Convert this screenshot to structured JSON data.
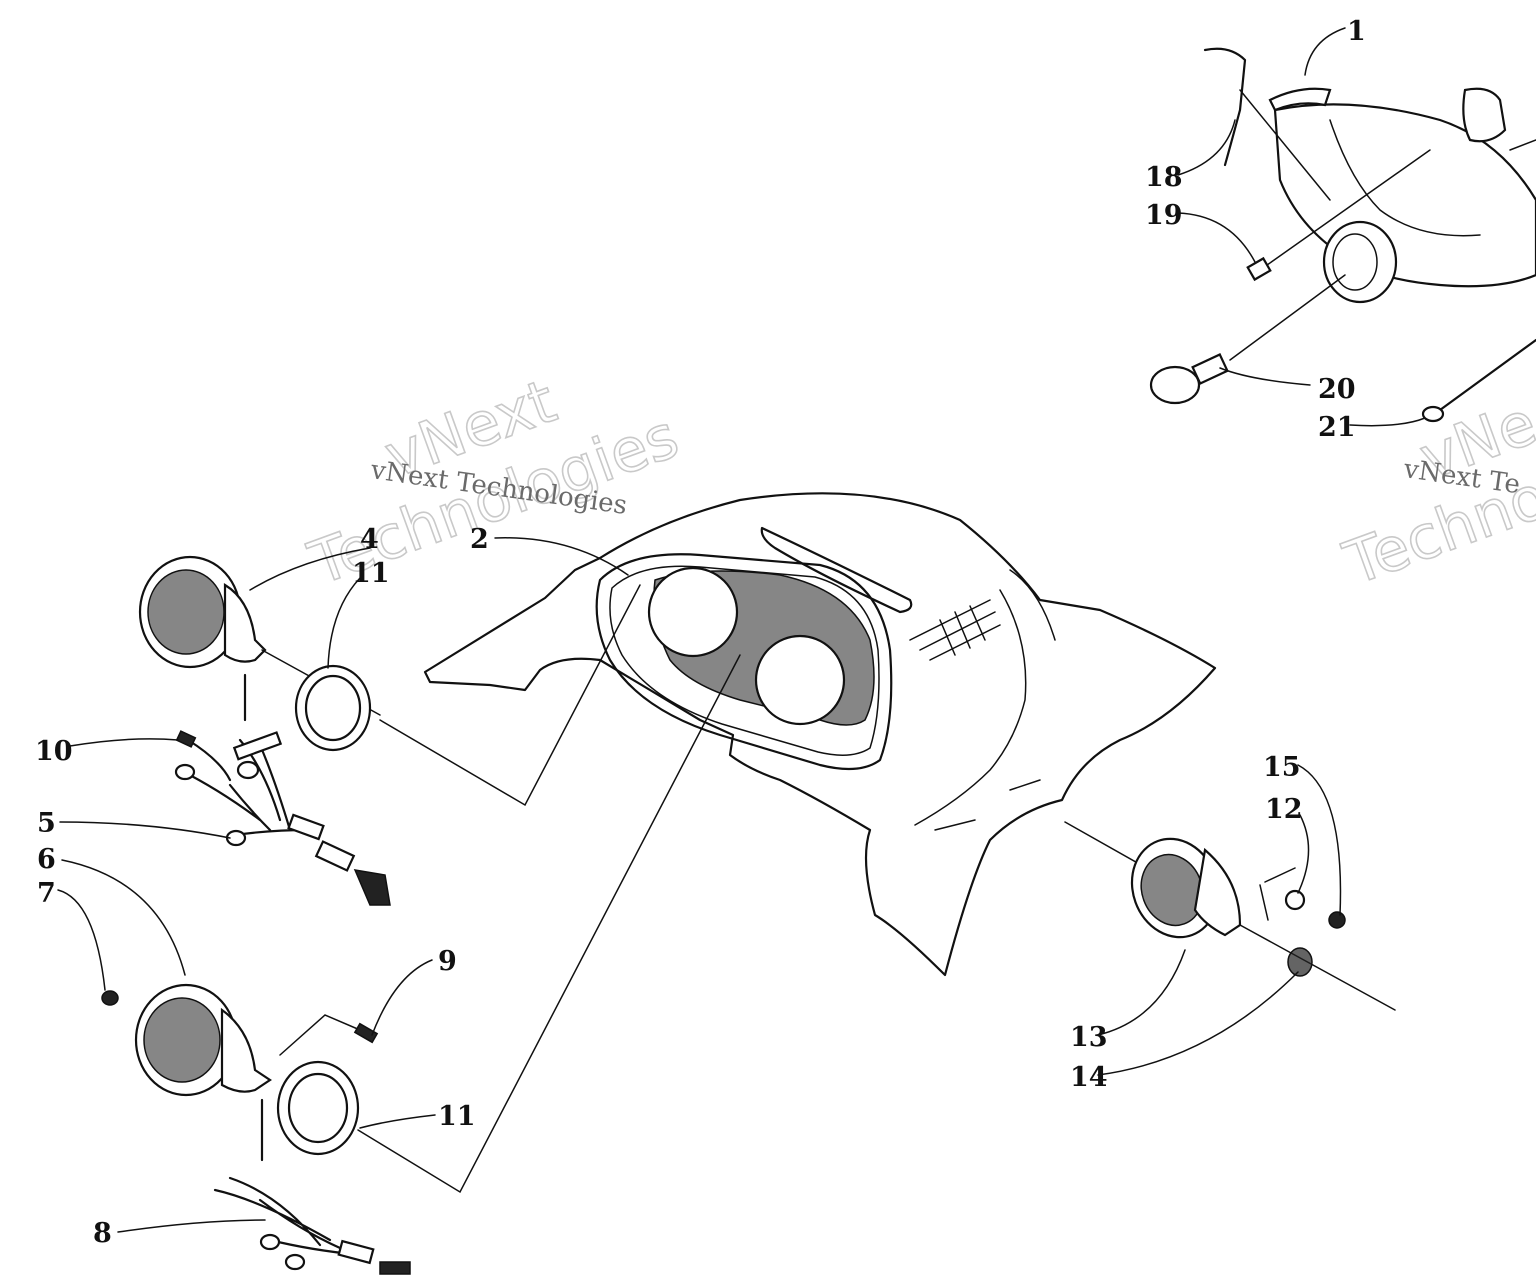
{
  "watermark": {
    "brand_short": "vNext",
    "brand_second": "Technologies",
    "brand_full": "vNext Technologies",
    "brand_short_clipped": "vNe",
    "brand_second_clipped": "Techno",
    "brand_full_clipped": "vNext Te"
  },
  "callouts": {
    "c1": "1",
    "c2": "2",
    "c4": "4",
    "c5": "5",
    "c6": "6",
    "c7": "7",
    "c8": "8",
    "c9": "9",
    "c10": "10",
    "c11a": "11",
    "c11b": "11",
    "c12": "12",
    "c13": "13",
    "c14": "14",
    "c15": "15",
    "c18": "18",
    "c19": "19",
    "c20": "20",
    "c21": "21"
  }
}
